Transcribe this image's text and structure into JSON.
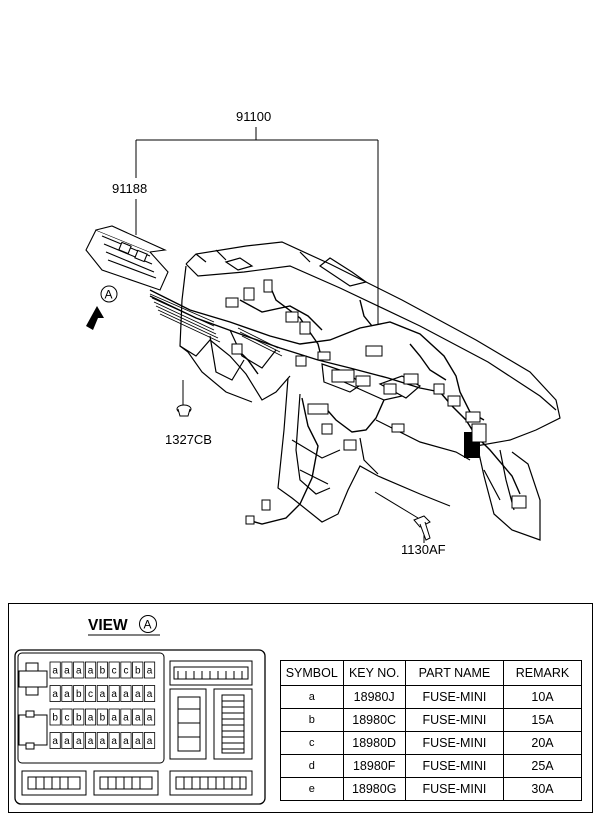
{
  "parts": {
    "harness_main": "91100",
    "harness_sub": "91188",
    "clip": "1327CB",
    "bolt": "1130AF"
  },
  "view_marker": "A",
  "view": {
    "title": "VIEW",
    "marker": "A"
  },
  "fuse_labels_row1": [
    "a",
    "a",
    "a",
    "a",
    "b",
    "c",
    "c",
    "b",
    "a"
  ],
  "fuse_labels_row2": [
    "a",
    "a",
    "b",
    "c",
    "a",
    "a",
    "a",
    "a",
    "a"
  ],
  "fuse_labels_row3": [
    "b",
    "c",
    "b",
    "a",
    "b",
    "a",
    "a",
    "a",
    "a"
  ],
  "fuse_labels_row4": [
    "a",
    "a",
    "a",
    "a",
    "a",
    "a",
    "a",
    "a",
    "a"
  ],
  "table": {
    "headers": [
      "SYMBOL",
      "KEY NO.",
      "PART NAME",
      "REMARK"
    ],
    "rows": [
      {
        "symbol": "a",
        "key": "18980J",
        "name": "FUSE-MINI",
        "remark": "10A"
      },
      {
        "symbol": "b",
        "key": "18980C",
        "name": "FUSE-MINI",
        "remark": "15A"
      },
      {
        "symbol": "c",
        "key": "18980D",
        "name": "FUSE-MINI",
        "remark": "20A"
      },
      {
        "symbol": "d",
        "key": "18980F",
        "name": "FUSE-MINI",
        "remark": "25A"
      },
      {
        "symbol": "e",
        "key": "18980G",
        "name": "FUSE-MINI",
        "remark": "30A"
      }
    ]
  }
}
